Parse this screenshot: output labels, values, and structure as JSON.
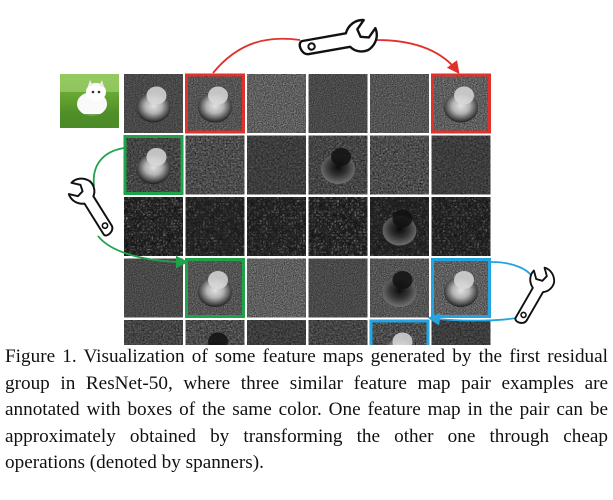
{
  "figure": {
    "grid": {
      "rows": 5,
      "cols": 6
    },
    "input_tile": "kitten-photo",
    "highlight_pairs": [
      {
        "color": "#e0312b",
        "tiles": [
          [
            0,
            1
          ],
          [
            0,
            5
          ]
        ],
        "connector": "spanner-icon"
      },
      {
        "color": "#1fa24a",
        "tiles": [
          [
            1,
            0
          ],
          [
            3,
            1
          ]
        ],
        "connector": "spanner-icon"
      },
      {
        "color": "#23a3e0",
        "tiles": [
          [
            3,
            5
          ],
          [
            4,
            4
          ]
        ],
        "connector": "spanner-icon"
      }
    ]
  },
  "caption": {
    "label": "Figure 1.",
    "text": "Visualization of some feature maps generated by the first residual group in ResNet-50, where three similar feature map pair examples are annotated with boxes of the same color. One feature map in the pair can be approximately obtained by transforming the other one through cheap operations (denoted by spanners)."
  }
}
